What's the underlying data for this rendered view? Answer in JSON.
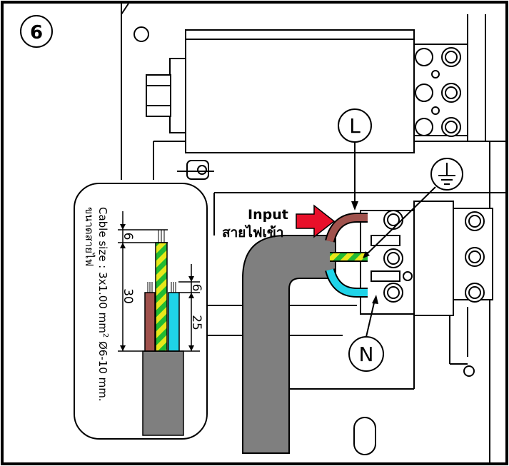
{
  "step_number": "6",
  "input_label": "Input",
  "input_label_thai": "สายไฟเข้า",
  "live_label": "L",
  "neutral_label": "N",
  "cable_spec": "Cable size : 3x1.00 mm",
  "cable_spec_sup": "2",
  "cable_spec_diameter": "Ø6-10 mm.",
  "cable_spec_thai": "ขนาดสายไฟ",
  "dim_strip_outer": "6",
  "dim_strip_inner": "6",
  "dim_earth_length": "30",
  "dim_phase_length": "25",
  "colors": {
    "brown": "#a0524d",
    "green": "#22bb33",
    "yellow": "#e8e81a",
    "blue": "#1fd3e8",
    "cable_grey": "#7f7f7f",
    "arrow_red": "#e8102a"
  },
  "icons": {
    "earth": "earth-ground-icon"
  }
}
